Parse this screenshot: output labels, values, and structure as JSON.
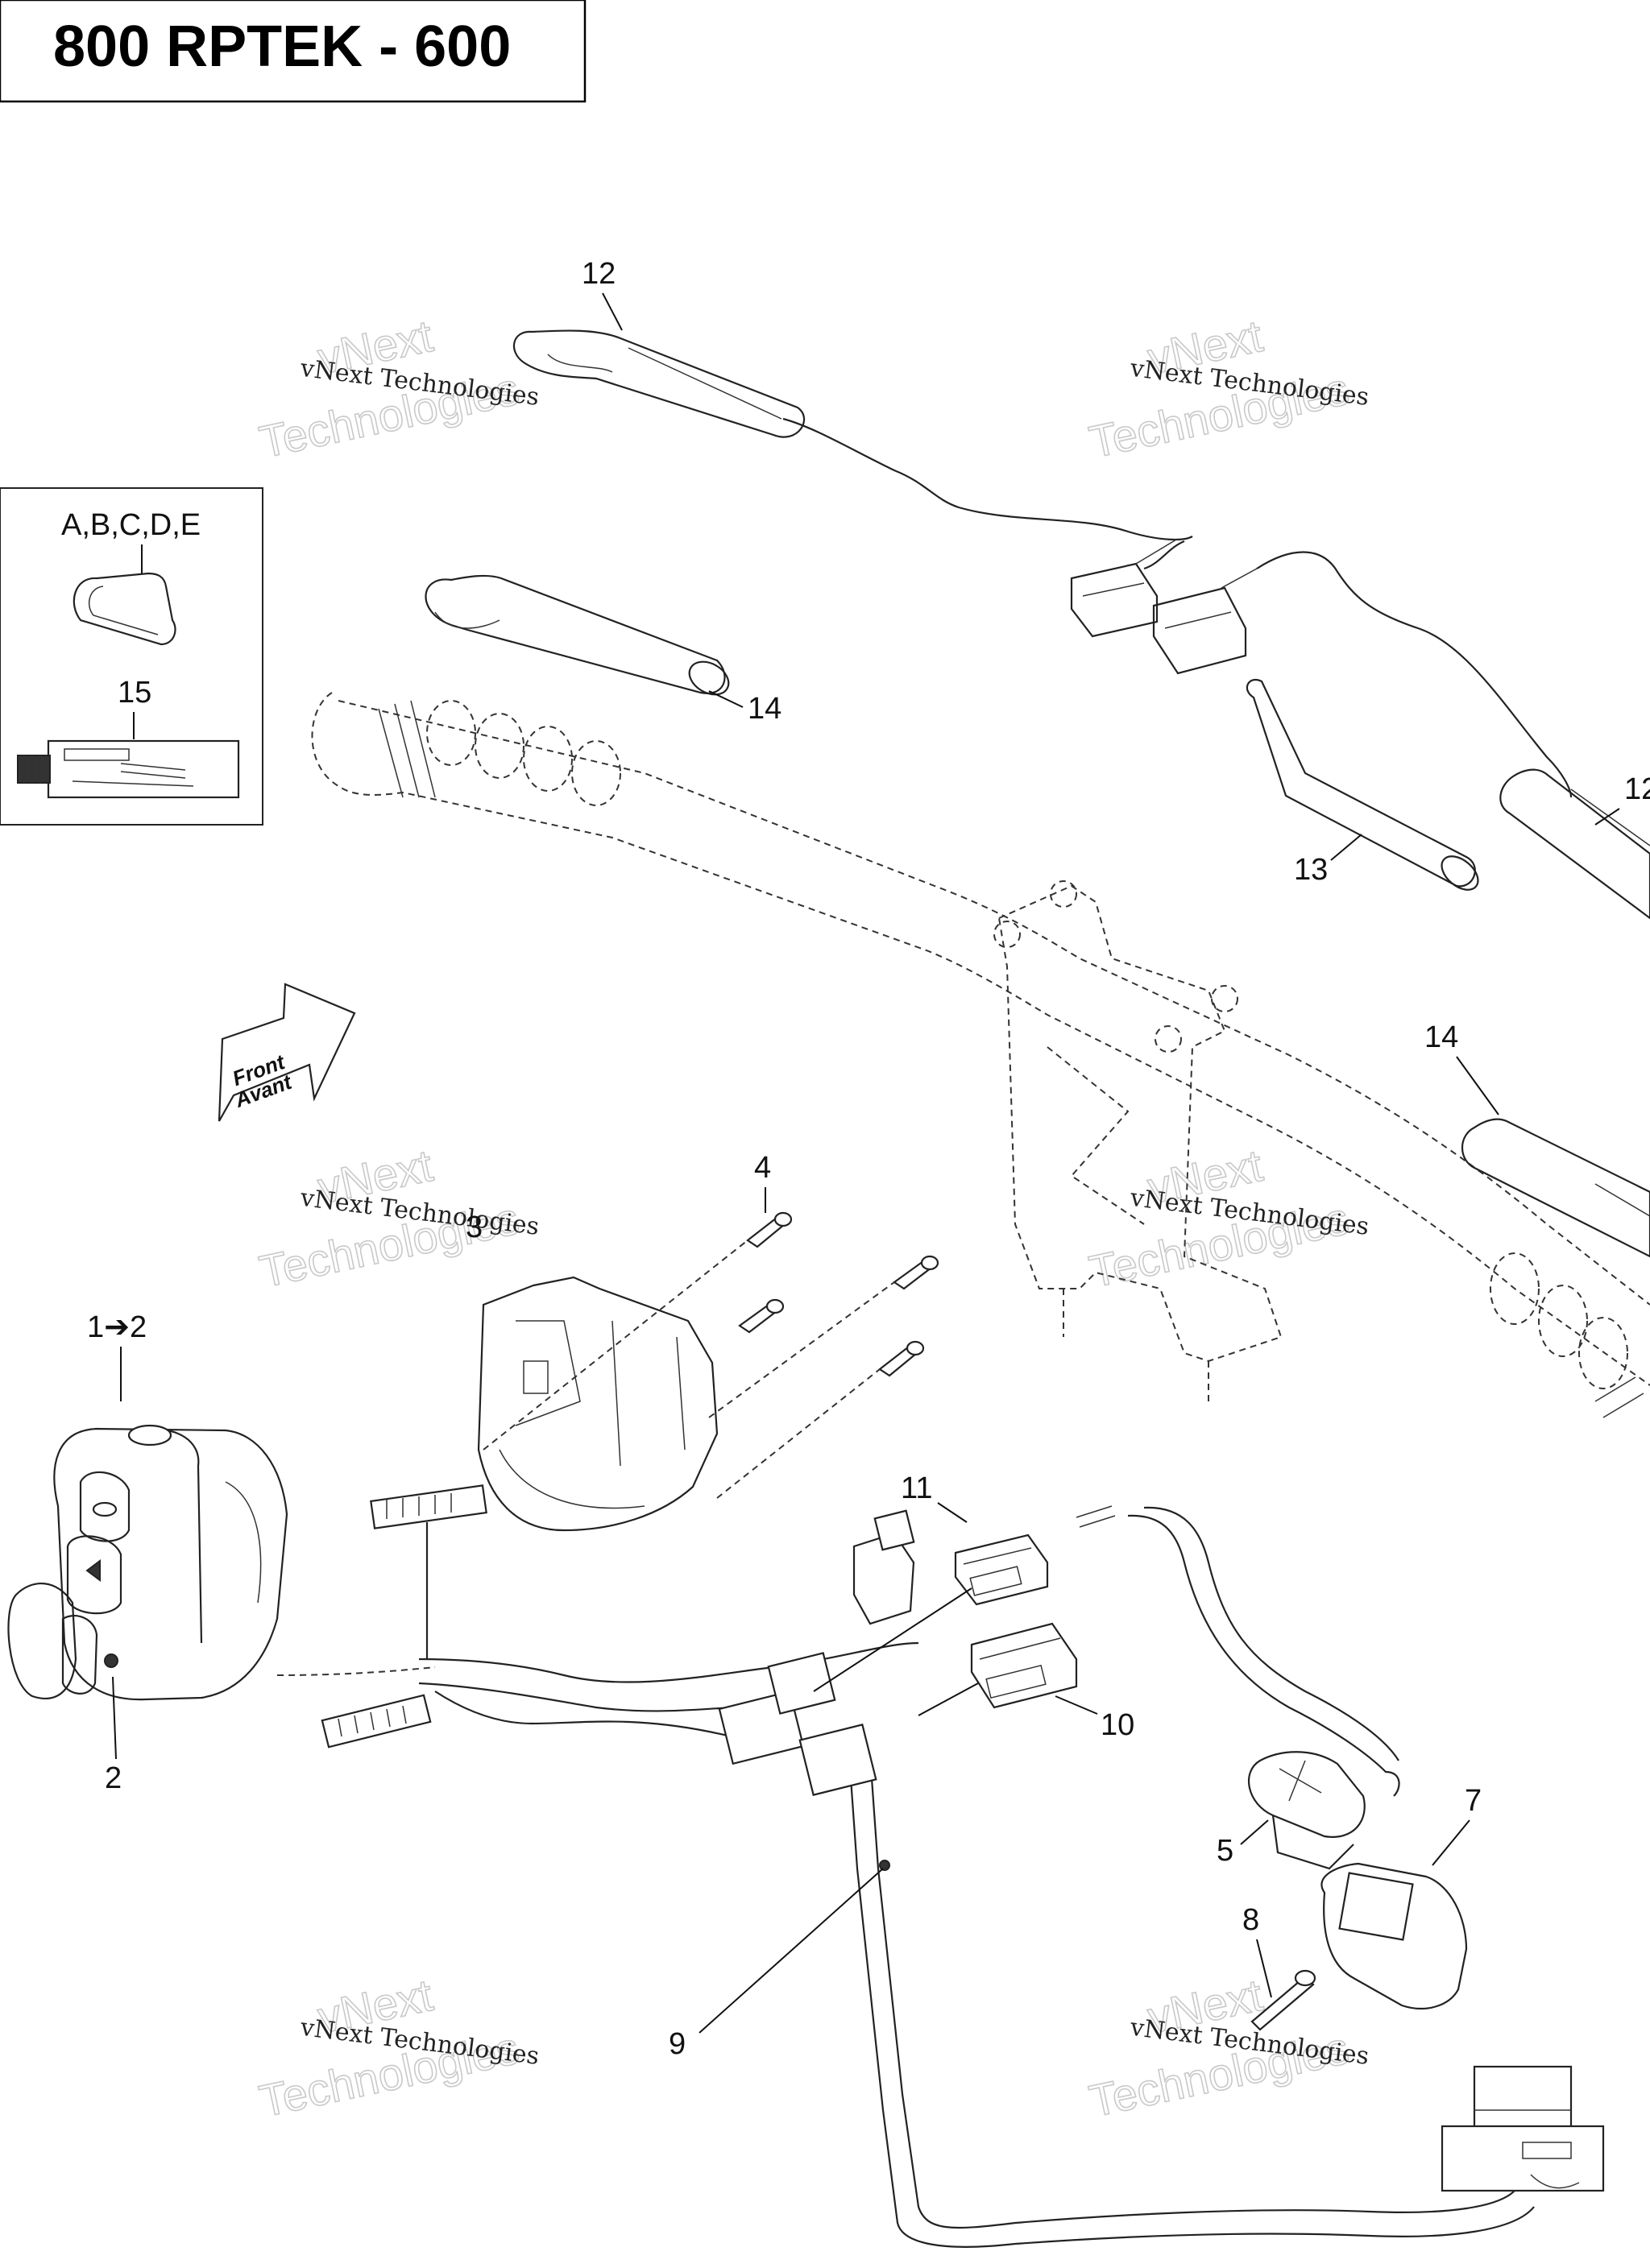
{
  "title": "800 RPTEK - 600",
  "watermark": {
    "outline_lines": [
      "vNext",
      "Technologies"
    ],
    "text": "vNext Technologies"
  },
  "inset": {
    "kit_label": "A,B,C,D,E",
    "tube_label": "15"
  },
  "front_arrow": {
    "line1": "Front",
    "line2": "Avant"
  },
  "callouts": {
    "c12_top": "12",
    "c12_right": "12",
    "c14_top": "14",
    "c14_right": "14",
    "c13": "13",
    "c4": "4",
    "c3": "3",
    "c1_2": "1➔2",
    "c2": "2",
    "c11": "11",
    "c10": "10",
    "c7": "7",
    "c5": "5",
    "c8": "8",
    "c9": "9"
  },
  "colors": {
    "line": "#222222",
    "watermark_outline": "#c9c9c9"
  }
}
